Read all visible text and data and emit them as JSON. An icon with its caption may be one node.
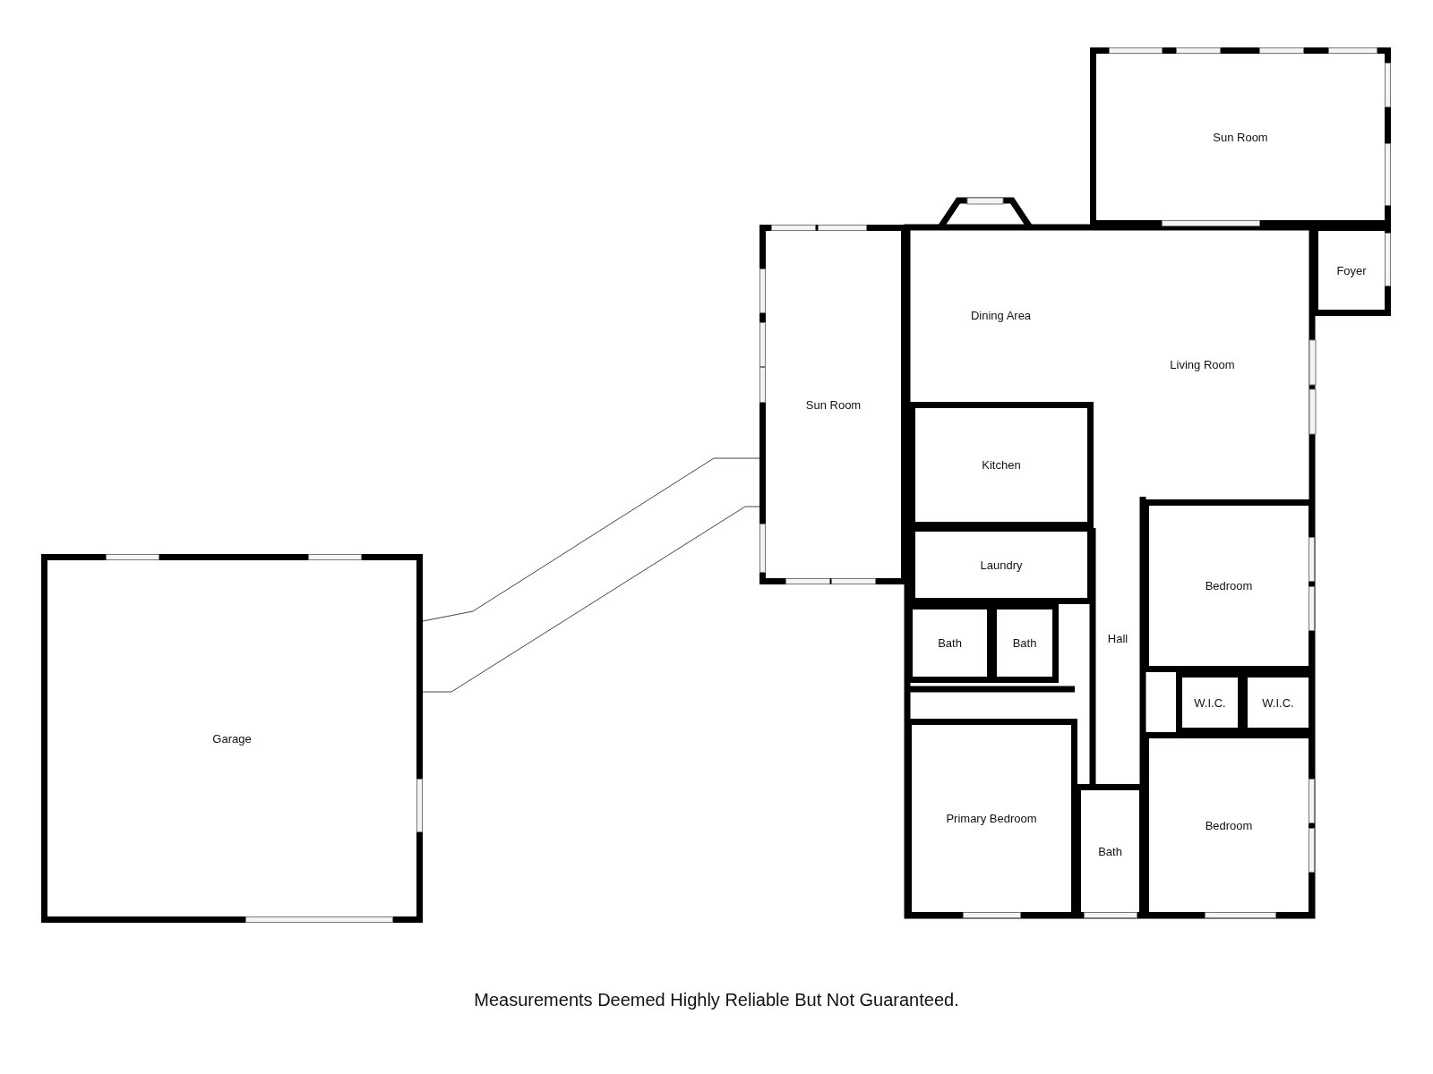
{
  "diagram": {
    "caption": "Measurements Deemed Highly Reliable But Not Guaranteed.",
    "nodes": [
      {
        "text": [
          "Sun Room"
        ]
      },
      {
        "text": [
          "Foyer"
        ]
      },
      {
        "text": [
          "Dining Area"
        ]
      },
      {
        "text": [
          "Living Room"
        ]
      },
      {
        "text": [
          "Sun Room"
        ]
      },
      {
        "text": [
          "Kitchen"
        ]
      },
      {
        "text": [
          "Laundry"
        ]
      },
      {
        "text": [
          "Garage"
        ]
      },
      {
        "text": [
          "Bath"
        ]
      },
      {
        "text": [
          "Bath"
        ]
      },
      {
        "text": [
          "Hall"
        ]
      },
      {
        "text": [
          "Bedroom"
        ]
      },
      {
        "text": [
          "W.I.C."
        ]
      },
      {
        "text": [
          "W.I.C."
        ]
      },
      {
        "text": [
          "Primary Bedroom"
        ]
      },
      {
        "text": [
          "Bath"
        ]
      },
      {
        "text": [
          "Bedroom"
        ]
      }
    ]
  }
}
